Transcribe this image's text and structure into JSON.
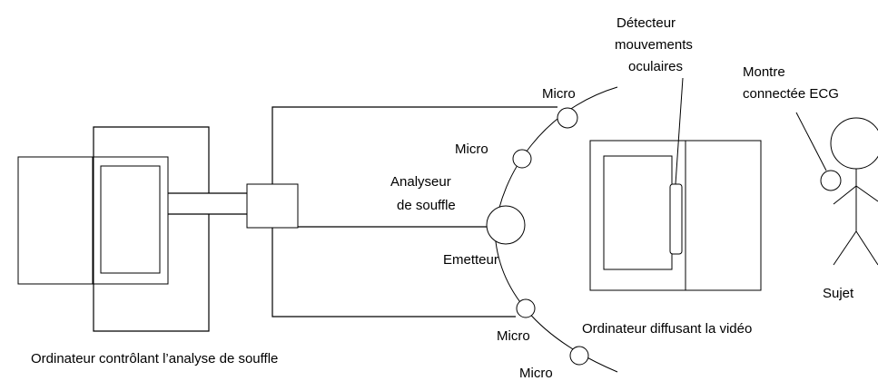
{
  "labels": {
    "computer_analysis": "Ordinateur contrôlant l’analyse de souffle",
    "computer_video": "Ordinateur diffusant la vidéo",
    "breath_analyzer_line1": "Analyseur",
    "breath_analyzer_line2": "de souffle",
    "emitter": "Emetteur",
    "micro": "Micro",
    "eye_tracker_line1": "Détecteur",
    "eye_tracker_line2": "mouvements",
    "eye_tracker_line3": "oculaires",
    "watch_line1": "Montre",
    "watch_line2": "connectée ECG",
    "subject": "Sujet"
  }
}
